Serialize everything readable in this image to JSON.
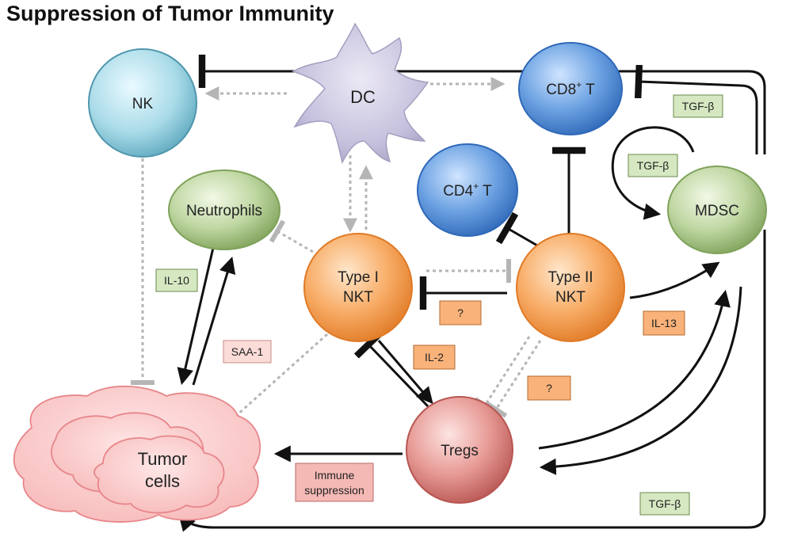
{
  "title": "Suppression of Tumor Immunity",
  "nodes": {
    "nk": "NK",
    "dc": "DC",
    "cd8": {
      "main": "CD8",
      "sup": "+",
      "tail": " T"
    },
    "cd4": {
      "main": "CD4",
      "sup": "+",
      "tail": " T"
    },
    "neutrophils": "Neutrophils",
    "mdsc": "MDSC",
    "type1": {
      "line1": "Type I",
      "line2": "NKT"
    },
    "type2": {
      "line1": "Type II",
      "line2": "NKT"
    },
    "tregs": "Tregs",
    "tumor": {
      "line1": "Tumor",
      "line2": "cells"
    }
  },
  "labels": {
    "tgf_cd8": "TGF-β",
    "tgf_mdsc": "TGF-β",
    "tgf_bottom": "TGF-β",
    "il10": "IL-10",
    "saa1": "SAA-1",
    "q_type": "?",
    "il2": "IL-2",
    "il13": "IL-13",
    "q_tregs": "?",
    "immune": {
      "line1": "Immune",
      "line2": "suppression"
    }
  },
  "colors": {
    "green_box": "#d6e8c2",
    "orange_box": "#f9b27a",
    "pink_box": "#f4b9b4",
    "pink_light_box": "#fbdcd9",
    "inhibit_arrow": "#111111",
    "dotted_link": "#b5b5b5"
  }
}
